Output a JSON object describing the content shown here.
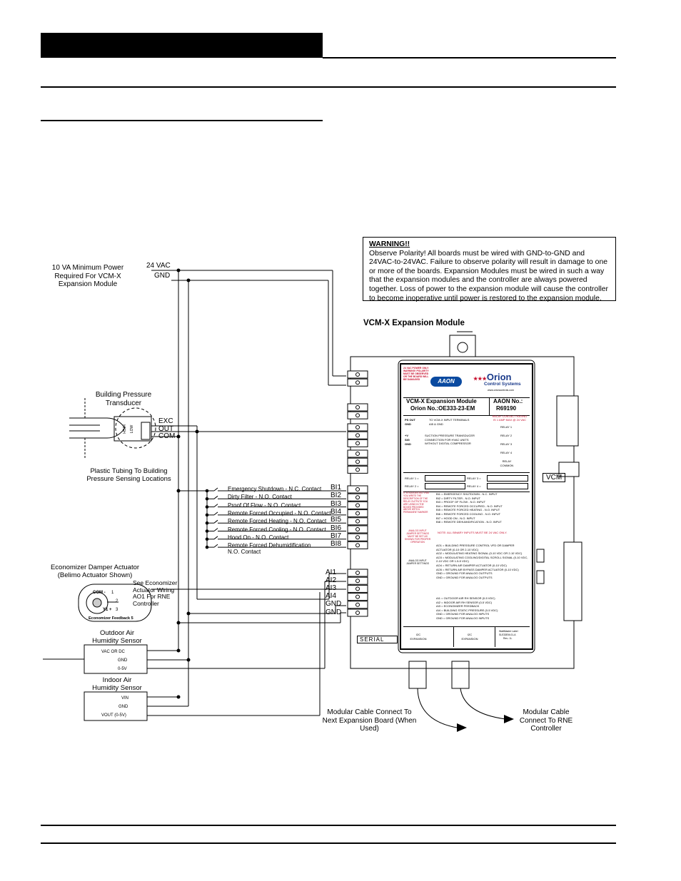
{
  "warning": {
    "title": "WARNING!!",
    "text": "Observe Polarity! All boards must be wired with GND-to-GND and 24VAC-to-24VAC. Failure to observe polarity will result in damage to one or more of the boards. Expansion Modules must be wired in such a way that the expansion modules and the controller are always powered together. Loss of power to the expansion module will cause the controller to become inoperative until power is restored to the expansion module."
  },
  "module_title": "VCM-X Expansion Module",
  "power": {
    "note": "10 VA Minimum Power Required For VCM-X Expansion Module",
    "vac": "24 VAC",
    "gnd": "GND"
  },
  "pressure_transducer": {
    "title": "Building Pressure Transducer",
    "terminals": [
      "EXC",
      "OUT",
      "COM"
    ],
    "high": "HIGH",
    "low": "LOW",
    "tubing": "Plastic Tubing To Building Pressure Sensing Locations"
  },
  "binary_inputs": [
    {
      "label": "Emergency Shutdown - N.C. Contact",
      "terminal": "BI1"
    },
    {
      "label": "Dirty Filter - N.O. Contact",
      "terminal": "BI2"
    },
    {
      "label": "Proof Of Flow - N.O. Contact",
      "terminal": "BI3"
    },
    {
      "label": "Remote Forced Occupied - N.O. Contact",
      "terminal": "BI4"
    },
    {
      "label": "Remote Forced Heating - N.O. Contact",
      "terminal": "BI5"
    },
    {
      "label": "Remote Forced Cooling - N.O. Contact",
      "terminal": "BI6"
    },
    {
      "label": "Hood On - N.O. Contact",
      "terminal": "BI7"
    },
    {
      "label": "Remote Forced Dehumidification",
      "terminal": "BI8"
    }
  ],
  "bi8_extra": "N.O. Contact",
  "analog_terminals": [
    "AI1",
    "AI2",
    "AI3",
    "AI4",
    "GND",
    "GND"
  ],
  "economizer": {
    "title": "Economizer Damper Actuator (Belimo Actuator Shown)",
    "note": "See Economizer Actuator Wiring AO1 For RNE Controller",
    "pins": [
      "COM -",
      "Y1 +"
    ],
    "pin_nums": [
      "1",
      "2",
      "3"
    ],
    "feedback": "Economizer Feedback 5"
  },
  "outdoor_sensor": {
    "title": "Outdoor Air Humidity Sensor",
    "pins": [
      "VAC OR DC",
      "GND",
      "0-5V"
    ]
  },
  "indoor_sensor": {
    "title": "Indoor Air Humidity Sensor",
    "pins": [
      "VIN",
      "GND",
      "VOUT (0-5V)"
    ]
  },
  "cables": {
    "next": "Modular Cable Connect To Next Expansion Board (When Used)",
    "rne": "Modular Cable Connect To RNE Controller"
  },
  "board": {
    "power_label": "24 VAC POWER ONLY WARNING! POLARITY MUST BE OBSERVED OR THE BOARD WILL BE DAMAGED",
    "brand_aaon": "AAON",
    "brand_orion": "Orion",
    "brand_sub": "Control Systems",
    "website": "www.orioncontrols.com",
    "module_name": "VCM-X Expansion Module",
    "orion_no": "Orion No.:OE333-23-EM",
    "aaon_no_label": "AAON No.:",
    "aaon_no": "R69190",
    "relay_contact": "RELAY CONTACT RATING IS 1 AMP MAX @ 24 VAC",
    "relays": [
      "RELAY 1",
      "RELAY 2",
      "RELAY 3",
      "RELAY 4"
    ],
    "relay_common": "RELAY COMMON",
    "ps_out": "PS OUT",
    "ps_gnd": "GND",
    "ps_text": "TO VCM-X INPUT TERMINALS AI5 & GND",
    "sp_pins": [
      "+V",
      "SIG",
      "GND"
    ],
    "sp_text": "SUCTION PRESSURE TRANSDUCER CONNECTION FOR HVAC UNITS WITHOUT DIGITAL COMPRESSOR",
    "relay_fields": [
      "RELAY 1 =",
      "RELAY 3 =",
      "RELAY 2 =",
      "RELAY 4 ="
    ],
    "bi_note": "IT IS SUGGESTED THAT YOU WRITE THE DESCRIPTION OF THE RELAY OUTPUTS YOU ARE USING IN THE BOXES PROVIDED ABOVE WITH A PERMANENT MARKER",
    "bi_list": [
      "BI1 = EMERGENCY SHUTDOWN - N.C. INPUT",
      "BI2 = DIRTY FILTER - N.O. INPUT",
      "BI3 = PROOF OF FLOW - N.O. INPUT",
      "BI4 = REMOTE FORCED OCCUPIED - N.O. INPUT",
      "BI5 = REMOTE FORCED HEATING - N.O. INPUT",
      "BI6 = REMOTE FORCED COOLING - N.O. INPUT",
      "BI7 = HOOD ON - N.O. INPUT",
      "BI8 = REMOTE DEHUMIDIFICATION - N.O. INPUT"
    ],
    "ai_jumper_note": "ANALOG INPUT JUMPER SETTINGS MUST BE SET AS SHOWN FOR PROPER OPERATION",
    "binary_note": "NOTE: ALL BINARY INPUTS MUST BE 24 VAC ONLY.",
    "ao_list": [
      "AO1 = BUILDING PRESSURE CONTROL VFD OR DAMPER ACTUATOR (0-10 OR 2-10 VDC)",
      "AO2 = MODULATING HEATING SIGNAL (0-10 VDC OR 2-10 VDC)",
      "AO3 = MODULATING COOLING/DIGITAL SCROLL SIGNAL (0-10 VDC, 2-10 VDC OR 1.5-5 VDC)",
      "AO4 = RETURN AIR DAMPER ACTUATOR (0-10 VDC)",
      "AO5 = RETURN AIR BYPASS DAMPER ACTUATOR (0-10 VDC)",
      "GND = GROUND FOR ANALOG OUTPUTS",
      "GND = GROUND FOR ANALOG OUTPUTS"
    ],
    "ai_list": [
      "AI1 = OUTDOOR AIR RH SENSOR (0-5 VDC)",
      "AI2 = INDOOR AIR RH SENSOR (0-5 VDC)",
      "AI3 = ECONOMIZER FEEDBACK",
      "AI4 = BUILDING STATIC PRESSURE (0-5 VDC)",
      "GND = GROUND FOR ANALOG INPUTS",
      "GND = GROUND FOR ANALOG INPUTS"
    ],
    "i2c_left": "I2C EXPANSION",
    "i2c_right": "I2C EXPANSION",
    "label_code": "WattMaster Label",
    "label_num": "SLE33EM-01-A",
    "label_rev": "Rev.: 1L",
    "analog_input_jumpers": "ANALOG INPUT JUMPER SETTINGS",
    "vcm_tag": "VCM",
    "serial": "SERIAL"
  }
}
